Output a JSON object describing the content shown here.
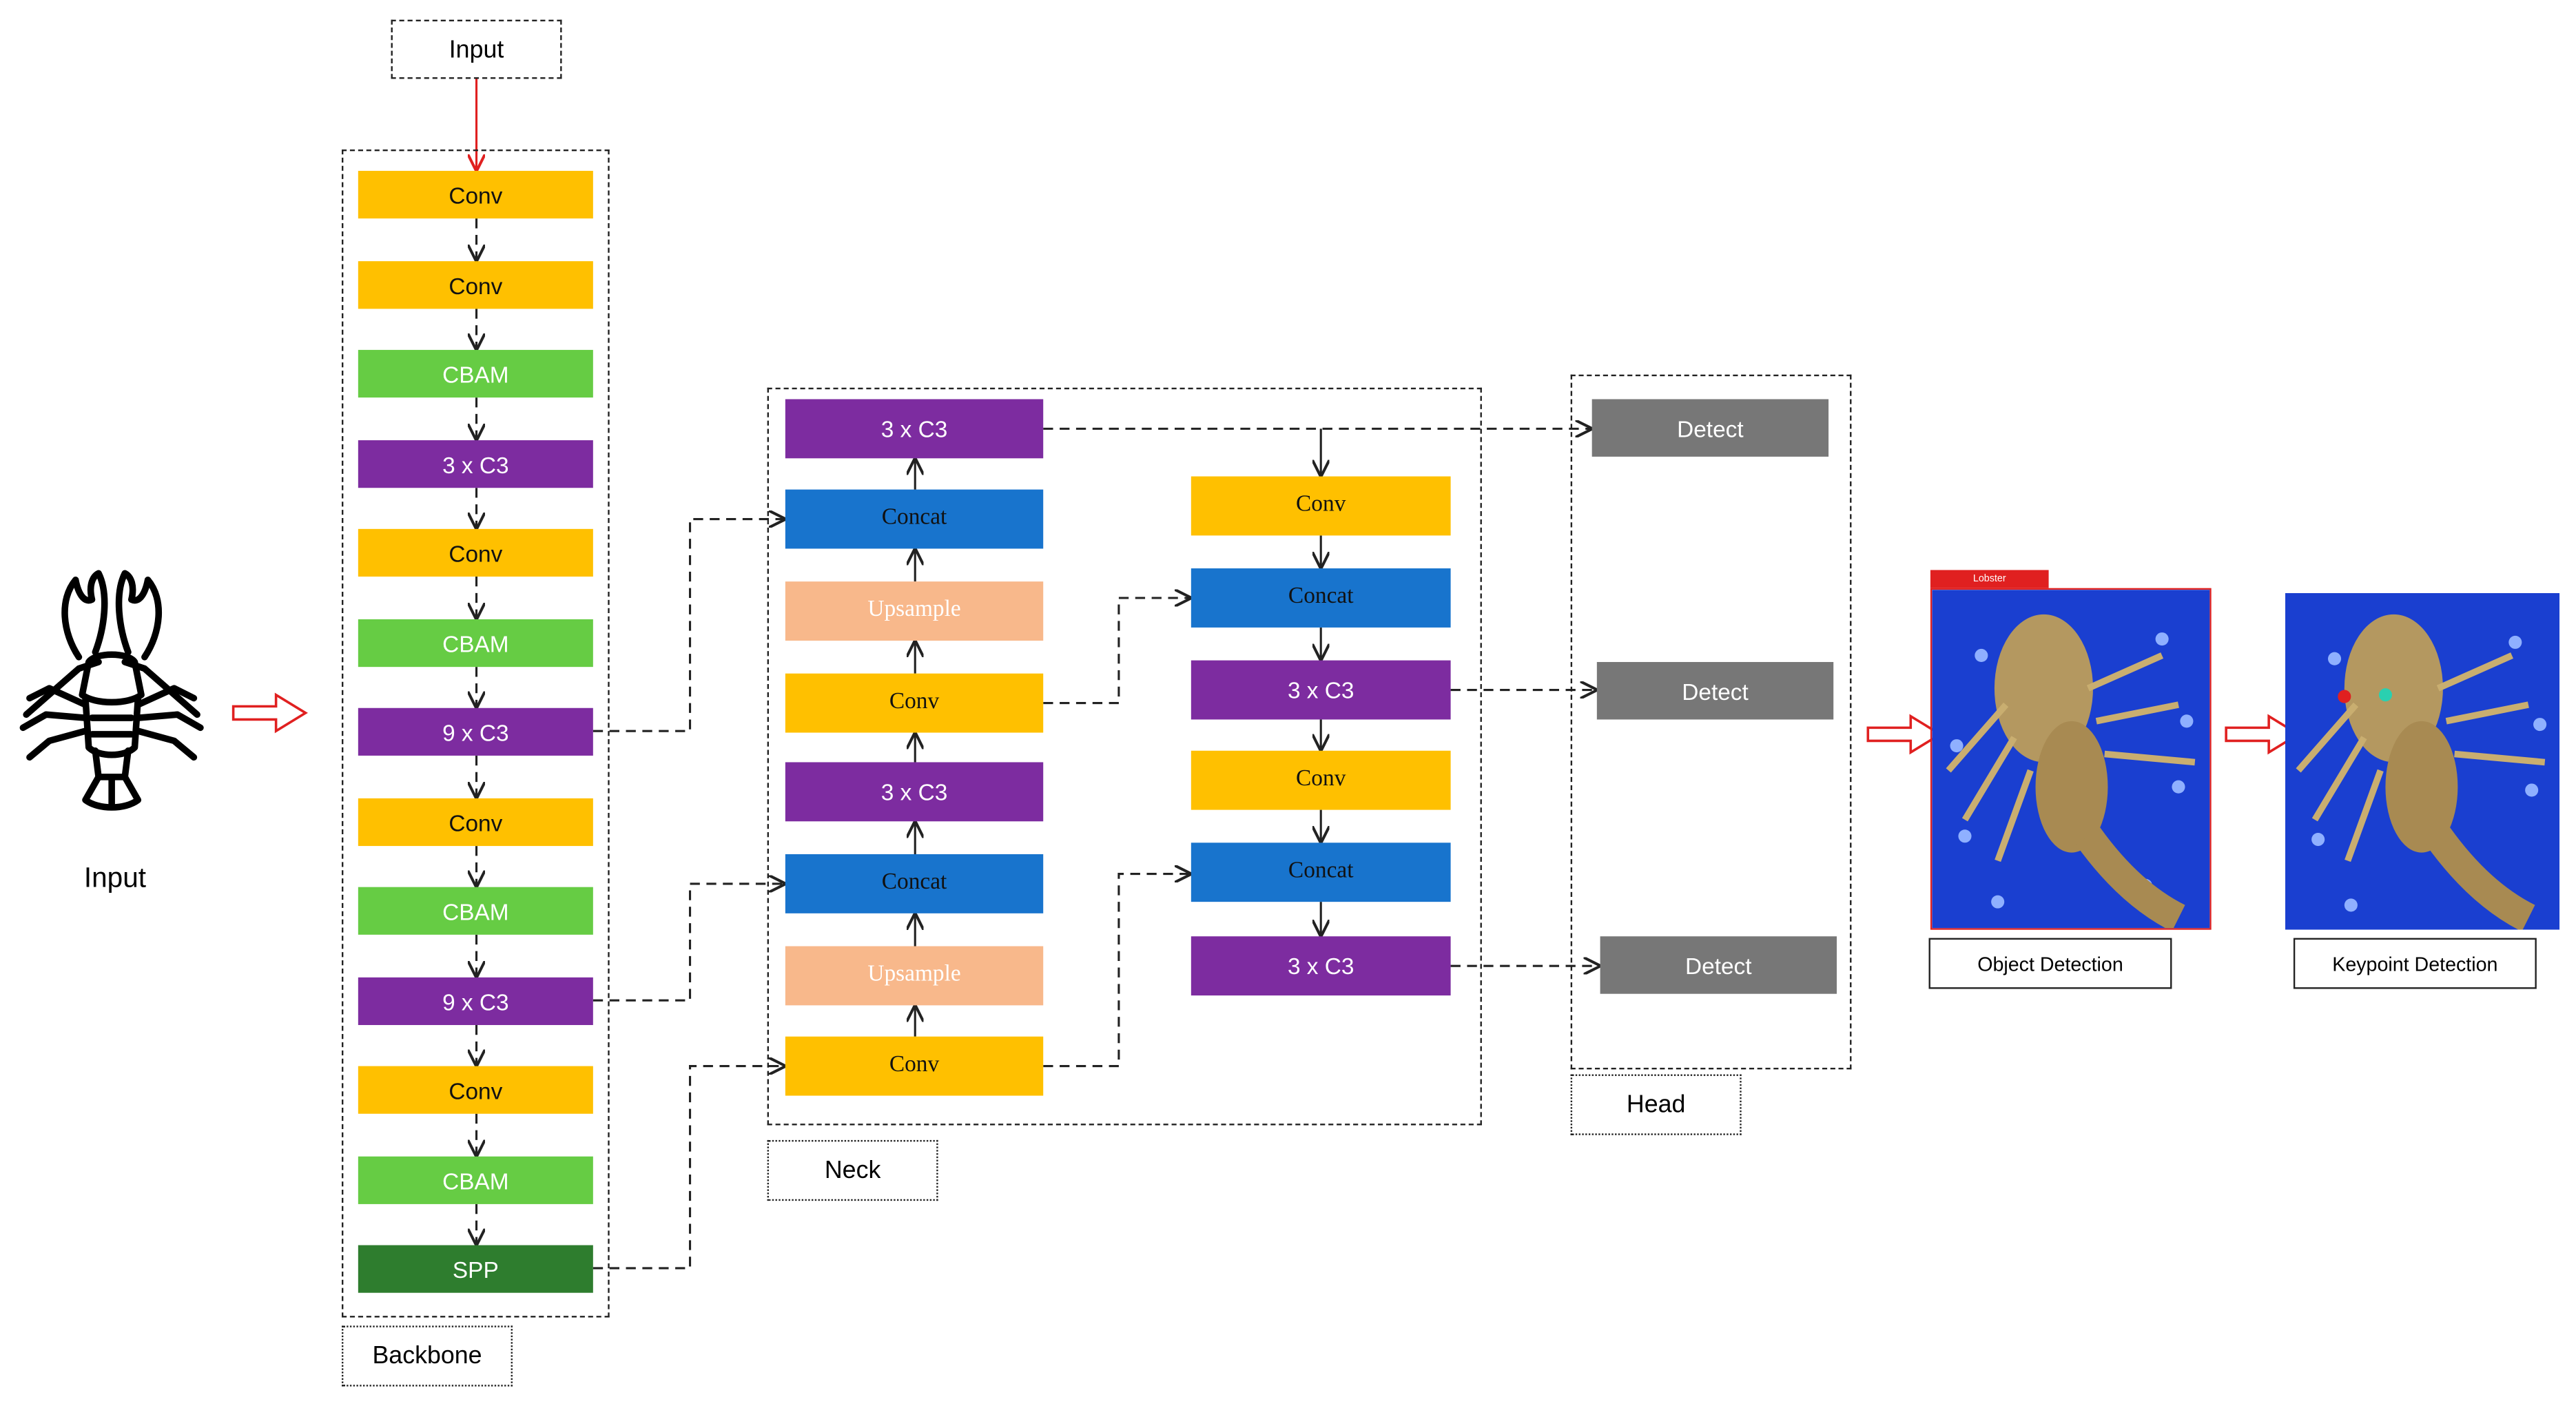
{
  "input_label": "Input",
  "input_icon_caption": "Input",
  "sections": {
    "backbone": "Backbone",
    "neck": "Neck",
    "head": "Head"
  },
  "colors": {
    "conv": "#FFC000",
    "cbam": "#66CC44",
    "c3": "#7D2CA0",
    "spp": "#2E7D2E",
    "concat": "#1874CD",
    "upsample": "#F8B88B",
    "detect": "#777777",
    "arrow_red": "#E02020"
  },
  "backbone_blocks": [
    {
      "label": "Conv",
      "kind": "conv"
    },
    {
      "label": "Conv",
      "kind": "conv"
    },
    {
      "label": "CBAM",
      "kind": "cbam"
    },
    {
      "label": "3 x C3",
      "kind": "c3"
    },
    {
      "label": "Conv",
      "kind": "conv"
    },
    {
      "label": "CBAM",
      "kind": "cbam"
    },
    {
      "label": "9 x C3",
      "kind": "c3"
    },
    {
      "label": "Conv",
      "kind": "conv"
    },
    {
      "label": "CBAM",
      "kind": "cbam"
    },
    {
      "label": "9 x C3",
      "kind": "c3"
    },
    {
      "label": "Conv",
      "kind": "conv"
    },
    {
      "label": "CBAM",
      "kind": "cbam"
    },
    {
      "label": "SPP",
      "kind": "spp"
    }
  ],
  "neck_left": [
    {
      "label": "3 x C3",
      "kind": "c3"
    },
    {
      "label": "Concat",
      "kind": "concat"
    },
    {
      "label": "Upsample",
      "kind": "upsample"
    },
    {
      "label": "Conv",
      "kind": "conv"
    },
    {
      "label": "3 x C3",
      "kind": "c3"
    },
    {
      "label": "Concat",
      "kind": "concat"
    },
    {
      "label": "Upsample",
      "kind": "upsample"
    },
    {
      "label": "Conv",
      "kind": "conv"
    }
  ],
  "neck_right": [
    {
      "label": "Conv",
      "kind": "conv"
    },
    {
      "label": "Concat",
      "kind": "concat"
    },
    {
      "label": "3 x C3",
      "kind": "c3"
    },
    {
      "label": "Conv",
      "kind": "conv"
    },
    {
      "label": "Concat",
      "kind": "concat"
    },
    {
      "label": "3 x C3",
      "kind": "c3"
    }
  ],
  "head_blocks": [
    "Detect",
    "Detect",
    "Detect"
  ],
  "outputs": {
    "object_detection": "Object Detection",
    "keypoint_detection": "Keypoint Detection",
    "detection_tag": "Lobster"
  }
}
